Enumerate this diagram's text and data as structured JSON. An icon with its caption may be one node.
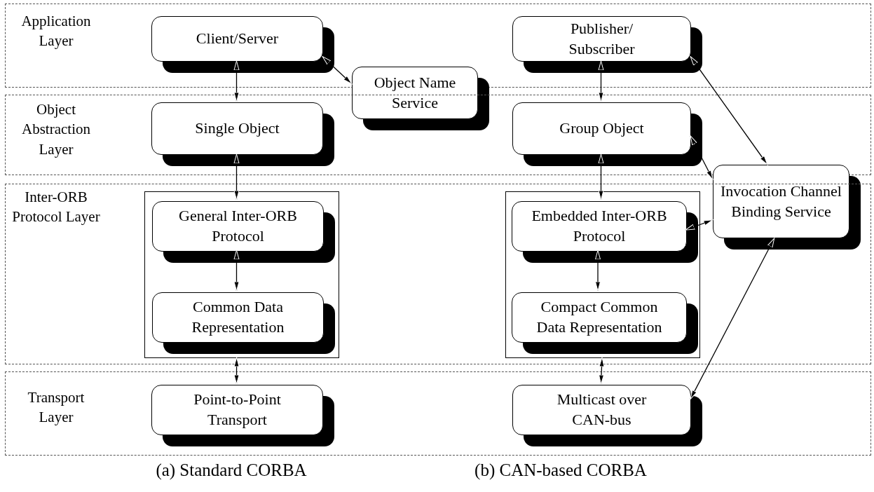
{
  "diagram": {
    "nodes": [
      {
        "text": [
          "Application Layer"
        ]
      },
      {
        "text": [
          "Client/Server"
        ],
        "in": 0
      },
      {
        "text": [
          "Publisher/ Subscriber"
        ],
        "in": 0
      },
      {
        "text": [
          "Object Name Service"
        ]
      },
      {
        "text": [
          "Object Abstraction Layer"
        ]
      },
      {
        "text": [
          "Single Object"
        ],
        "in": 4
      },
      {
        "text": [
          "Group Object"
        ],
        "in": 4
      },
      {
        "text": [
          "Invocation Channel Binding Service"
        ]
      },
      {
        "text": [
          "Inter-ORB Protocol Layer"
        ]
      },
      {
        "text": [],
        "shape": "box",
        "in": 8
      },
      {
        "text": [
          "General Inter-ORB Protocol"
        ],
        "in": 9
      },
      {
        "text": [
          "Common Data Representation"
        ],
        "in": 9
      },
      {
        "text": [],
        "shape": "box",
        "in": 8
      },
      {
        "text": [
          "Embedded Inter-ORB Protocol"
        ],
        "in": 12
      },
      {
        "text": [
          "Compact Common Data Representation"
        ],
        "in": 12
      },
      {
        "text": [
          "Transport Layer"
        ]
      },
      {
        "text": [
          "Point-to-Point Transport"
        ],
        "in": 15
      },
      {
        "text": [
          "Multicast over CAN-bus"
        ],
        "in": 15
      }
    ],
    "edges": [
      {
        "from": 1,
        "to": 5,
        "arrow": "both"
      },
      {
        "from": 1,
        "to": 3,
        "arrow": "both"
      },
      {
        "from": 2,
        "to": 6,
        "arrow": "both"
      },
      {
        "from": 2,
        "to": 7,
        "arrow": "both"
      },
      {
        "from": 6,
        "to": 7,
        "arrow": "both"
      },
      {
        "from": 5,
        "to": 10,
        "arrow": "both"
      },
      {
        "from": 10,
        "to": 11,
        "arrow": "both"
      },
      {
        "from": 9,
        "to": 16,
        "arrow": "both"
      },
      {
        "from": 6,
        "to": 13,
        "arrow": "both"
      },
      {
        "from": 13,
        "to": 14,
        "arrow": "both"
      },
      {
        "from": 13,
        "to": 7,
        "arrow": "both"
      },
      {
        "from": 12,
        "to": 17,
        "arrow": "both"
      },
      {
        "from": 17,
        "to": 7,
        "arrow": "both"
      }
    ],
    "labels": [
      "(a) Standard CORBA",
      "(b) CAN-based CORBA"
    ]
  }
}
